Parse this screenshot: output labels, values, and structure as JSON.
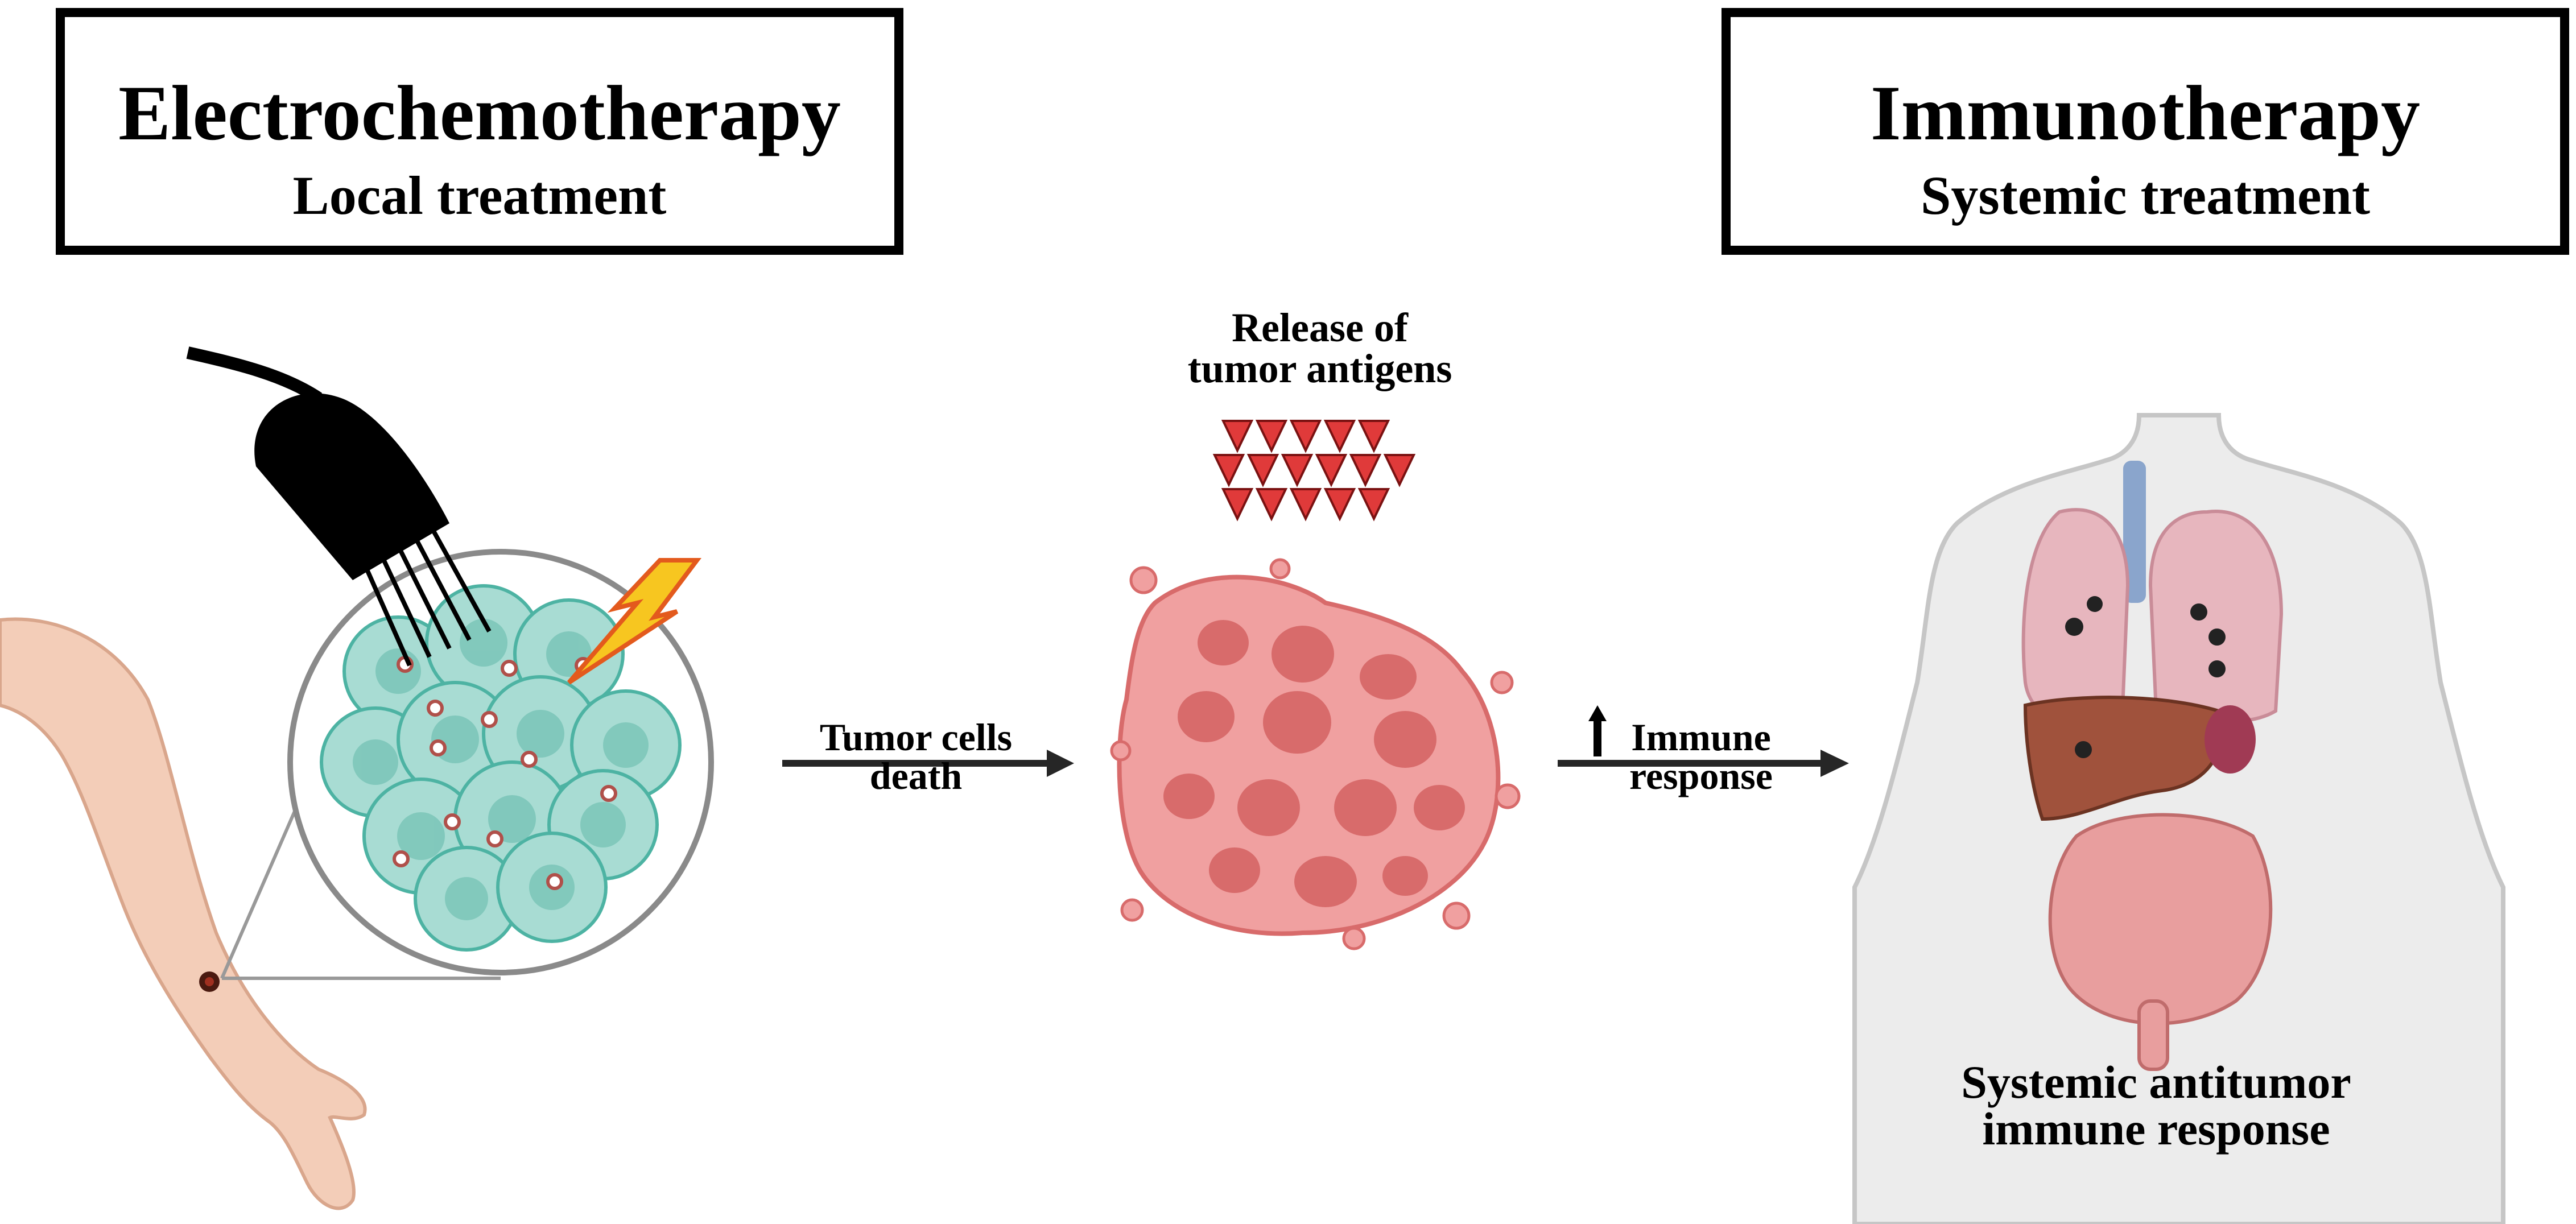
{
  "left_panel": {
    "title": "Electrochemotherapy",
    "subtitle": "Local treatment"
  },
  "right_panel": {
    "title": "Immunotherapy",
    "subtitle": "Systemic treatment"
  },
  "labels": {
    "release_line1": "Release of",
    "release_line2": "tumor antigens",
    "tumor_death_line1": "Tumor cells",
    "tumor_death_line2": "death",
    "immune_line1": "Immune",
    "immune_line2": "response",
    "systemic_line1": "Systemic antitumor",
    "systemic_line2": "immune response"
  },
  "colors": {
    "cell_fill": "#a8dcd3",
    "cell_stroke": "#4db3a3",
    "tumor_fill": "#f0a0a0",
    "tumor_dark": "#d86b6b",
    "antigen": "#e03a3a",
    "skin": "#f3cdb8",
    "bolt": "#f7c620"
  }
}
